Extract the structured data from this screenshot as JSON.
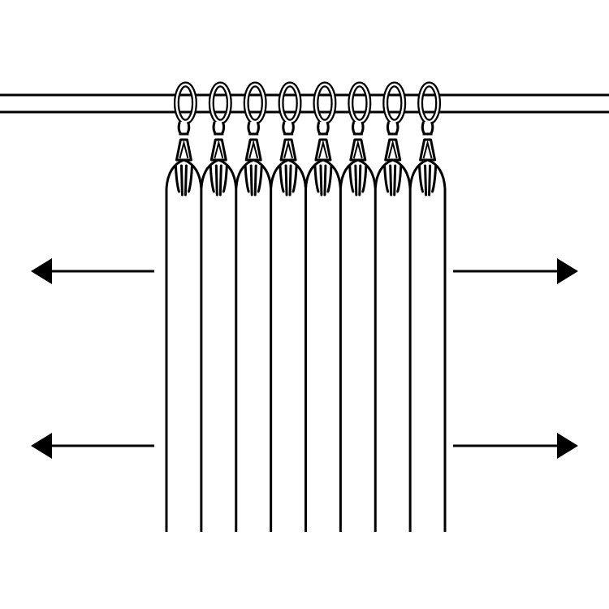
{
  "diagram": {
    "subject": "curtain-on-rod",
    "ring_count": 8,
    "panel_count": 8,
    "arrow_directions": [
      "left",
      "left",
      "right",
      "right"
    ],
    "colors": {
      "background": "#ffffff",
      "stroke": "#000000",
      "fill": "#ffffff"
    }
  }
}
